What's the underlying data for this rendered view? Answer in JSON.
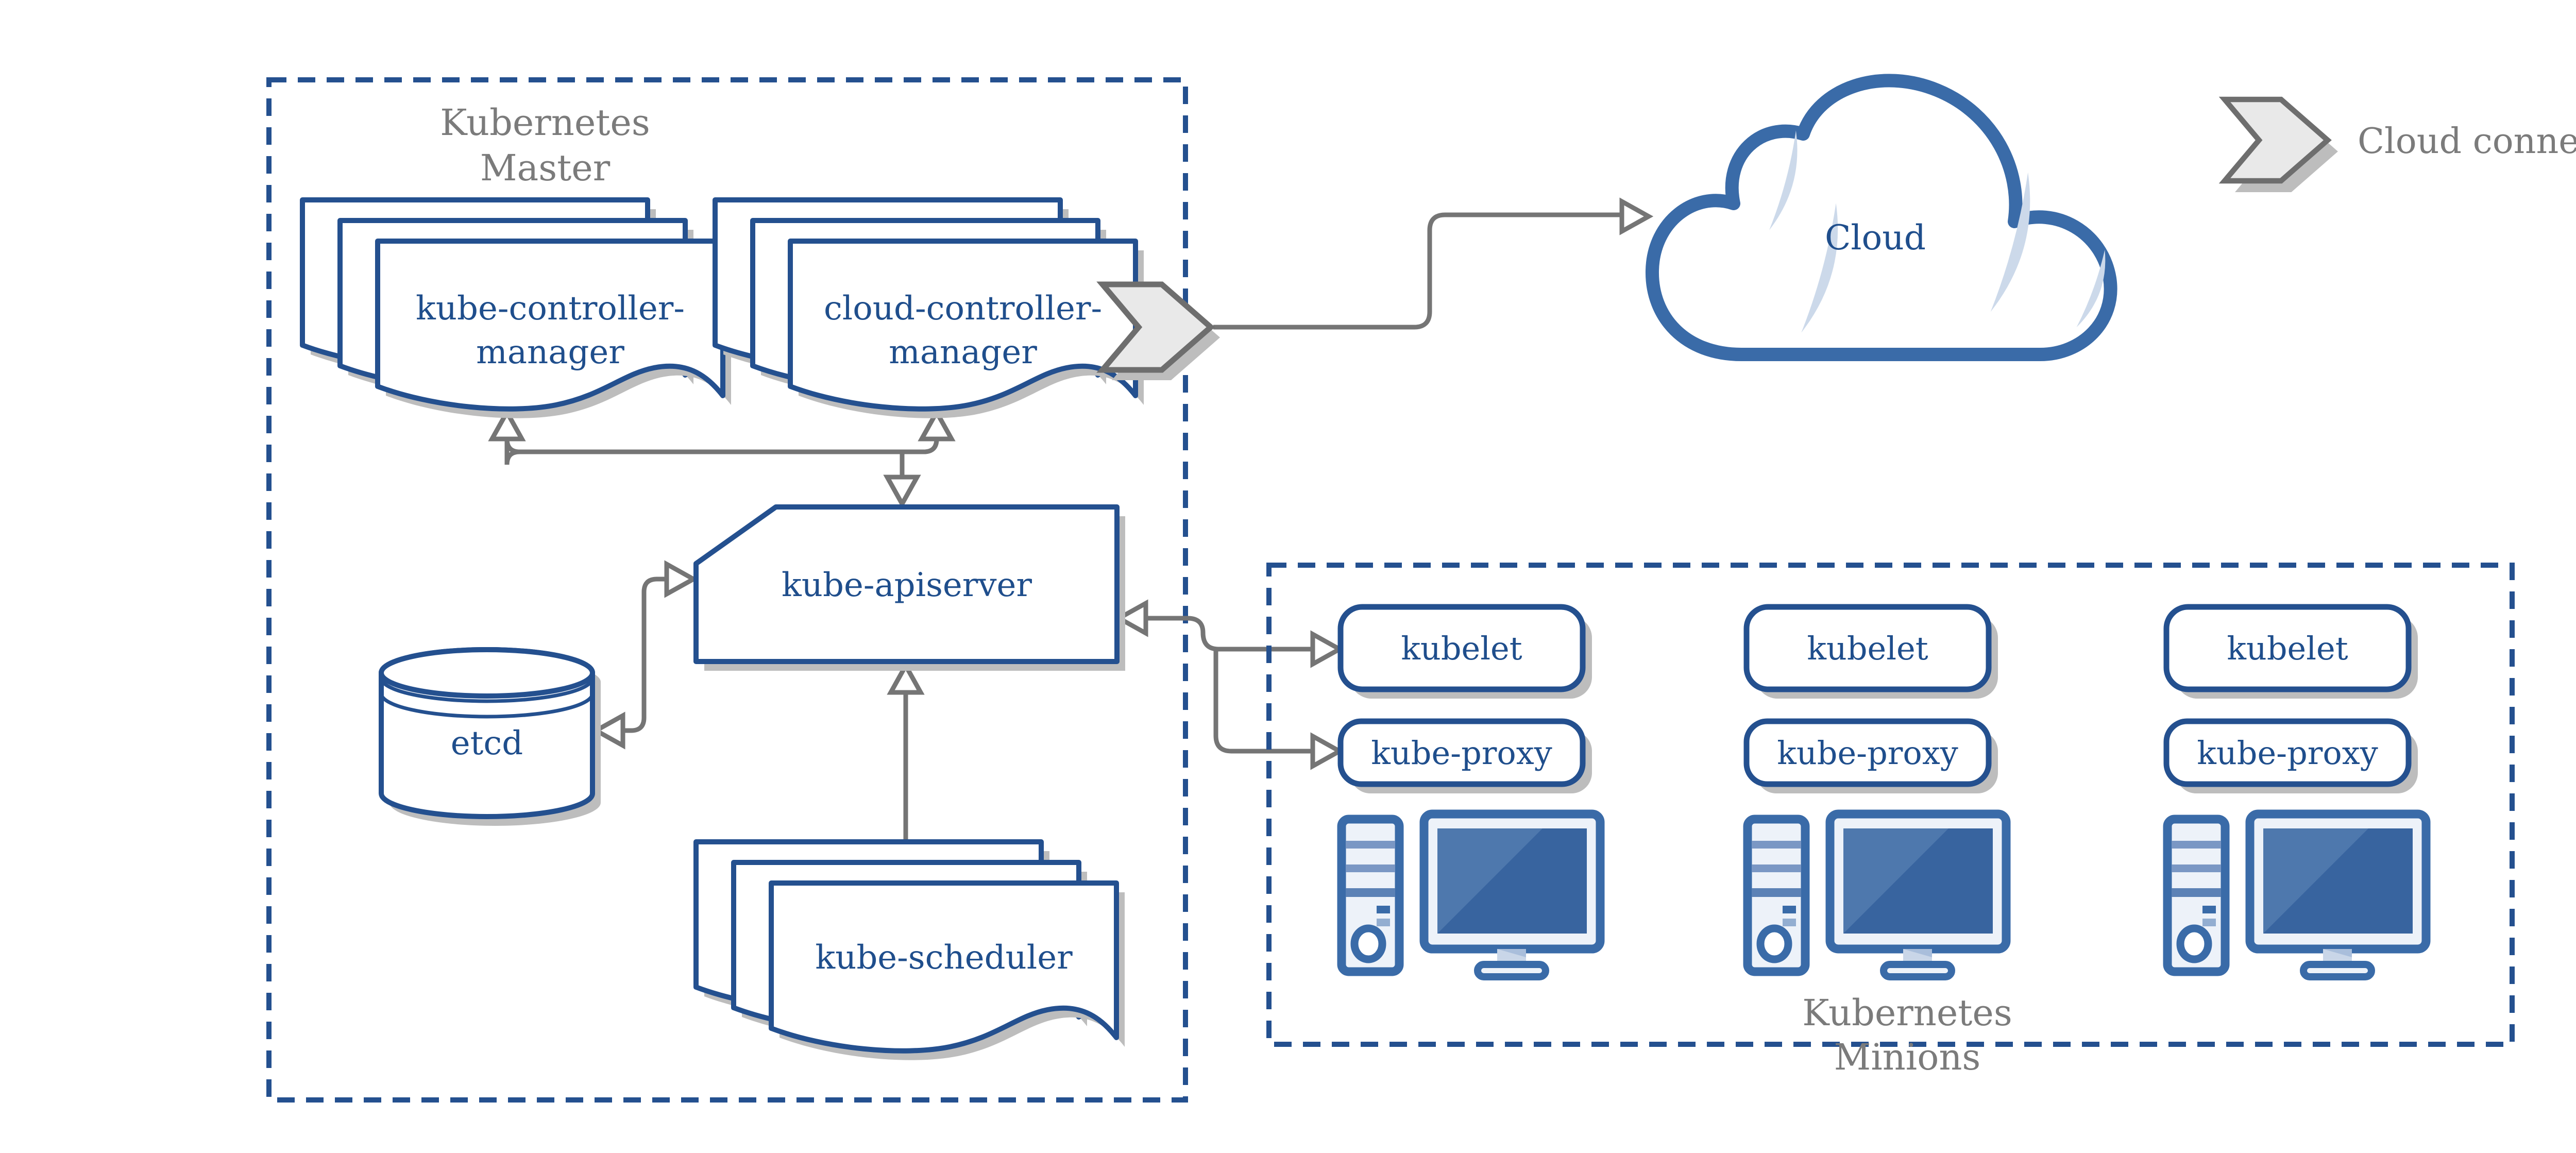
{
  "master": {
    "label_lines": [
      "Kubernetes",
      "Master"
    ],
    "kube_controller_manager": {
      "lines": [
        "kube-controller-",
        "manager"
      ]
    },
    "cloud_controller_manager": {
      "lines": [
        "cloud-controller-",
        "manager"
      ]
    },
    "kube_apiserver": {
      "label": "kube-apiserver"
    },
    "etcd": {
      "label": "etcd"
    },
    "kube_scheduler": {
      "label": "kube-scheduler"
    }
  },
  "cloud": {
    "label": "Cloud"
  },
  "legend": {
    "label": "Cloud connector"
  },
  "minions": {
    "label_lines": [
      "Kubernetes",
      "Minions"
    ],
    "nodes": [
      {
        "kubelet": "kubelet",
        "kube_proxy": "kube-proxy"
      },
      {
        "kubelet": "kubelet",
        "kube_proxy": "kube-proxy"
      },
      {
        "kubelet": "kubelet",
        "kube_proxy": "kube-proxy"
      }
    ]
  },
  "colors": {
    "shape_border_navy": "#24508f",
    "text_navy": "#1f4e8c",
    "icon_blue": "#3a6ba8",
    "screen_blue": "#38649f",
    "screen_highlight": "#4e78ad",
    "label_gray": "#7b7b7b",
    "connector_gray": "#757575",
    "cloud_leaf_blue": "#ccd9ea",
    "shadow_gray": "#bdbdbd",
    "chevron_fill": "#e9e9e9",
    "chevron_stroke": "#6e6e6e"
  }
}
